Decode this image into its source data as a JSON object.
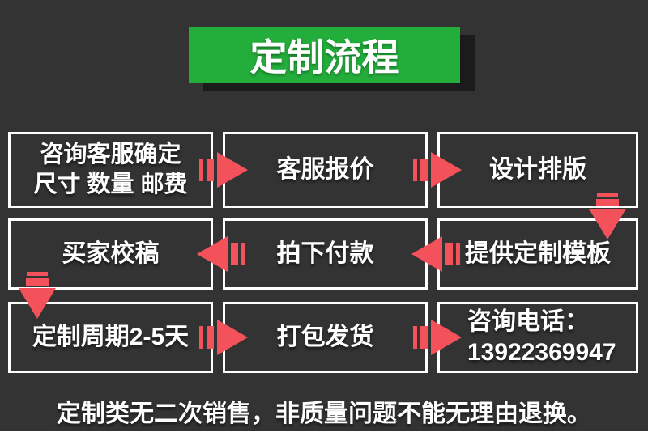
{
  "colors": {
    "background": "#333333",
    "page_bottom_strip": "#ffffff",
    "banner_green": "#23ad3b",
    "banner_shadow": "#1b1b1b",
    "arrow_red": "#f4525b",
    "box_border": "#ffffff",
    "text": "#ffffff"
  },
  "banner": {
    "title": "定制流程"
  },
  "flow": {
    "steps": [
      {
        "lines": [
          "咨询客服确定",
          "尺寸 数量 邮费"
        ]
      },
      {
        "lines": [
          "客服报价"
        ]
      },
      {
        "lines": [
          "设计排版"
        ]
      },
      {
        "lines": [
          "买家校稿"
        ]
      },
      {
        "lines": [
          "拍下付款"
        ]
      },
      {
        "lines": [
          "提供定制模板"
        ]
      },
      {
        "lines": [
          "定制周期2-5天"
        ]
      },
      {
        "lines": [
          "打包发货"
        ]
      },
      {
        "lines": [
          "咨询电话：",
          "13922369947"
        ]
      }
    ],
    "phone_number": "13922369947"
  },
  "footer": {
    "notice": "定制类无二次销售，非质量问题不能无理由退换。"
  }
}
